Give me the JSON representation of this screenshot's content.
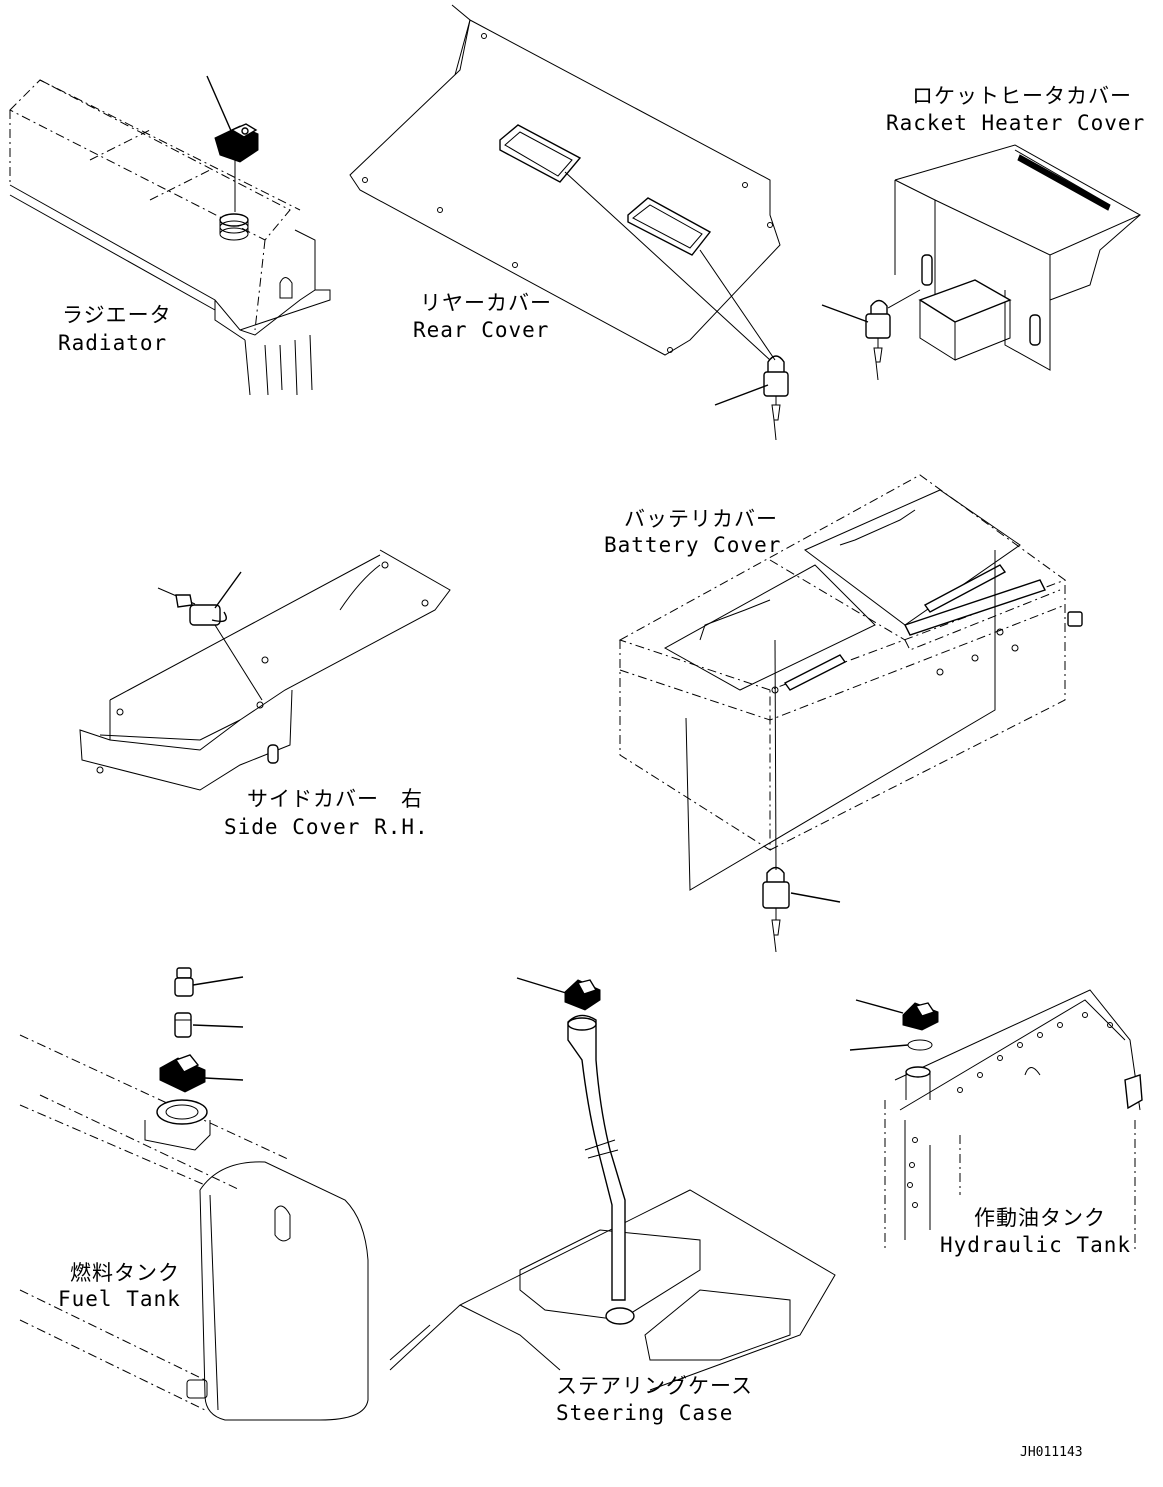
{
  "labels": {
    "radiator": {
      "jp": "ラジエータ",
      "en": "Radiator"
    },
    "rear_cover": {
      "jp": "リヤーカバー",
      "en": "Rear Cover"
    },
    "rocket_heater": {
      "jp": "ロケットヒータカバー",
      "en": "Racket Heater Cover"
    },
    "battery_cover": {
      "jp": "バッテリカバー",
      "en": "Battery Cover"
    },
    "side_cover": {
      "jp": "サイドカバー　右",
      "en": "Side Cover R.H."
    },
    "fuel_tank": {
      "jp": "燃料タンク",
      "en": "Fuel Tank"
    },
    "steering_case": {
      "jp": "ステアリングケース",
      "en": "Steering Case"
    },
    "hydraulic_tank": {
      "jp": "作動油タンク",
      "en": "Hydraulic Tank"
    }
  },
  "drawing_code": "JH011143",
  "icons": [
    "padlock-icon",
    "cap-icon",
    "plug-icon",
    "seal-ring-icon",
    "key-icon"
  ]
}
